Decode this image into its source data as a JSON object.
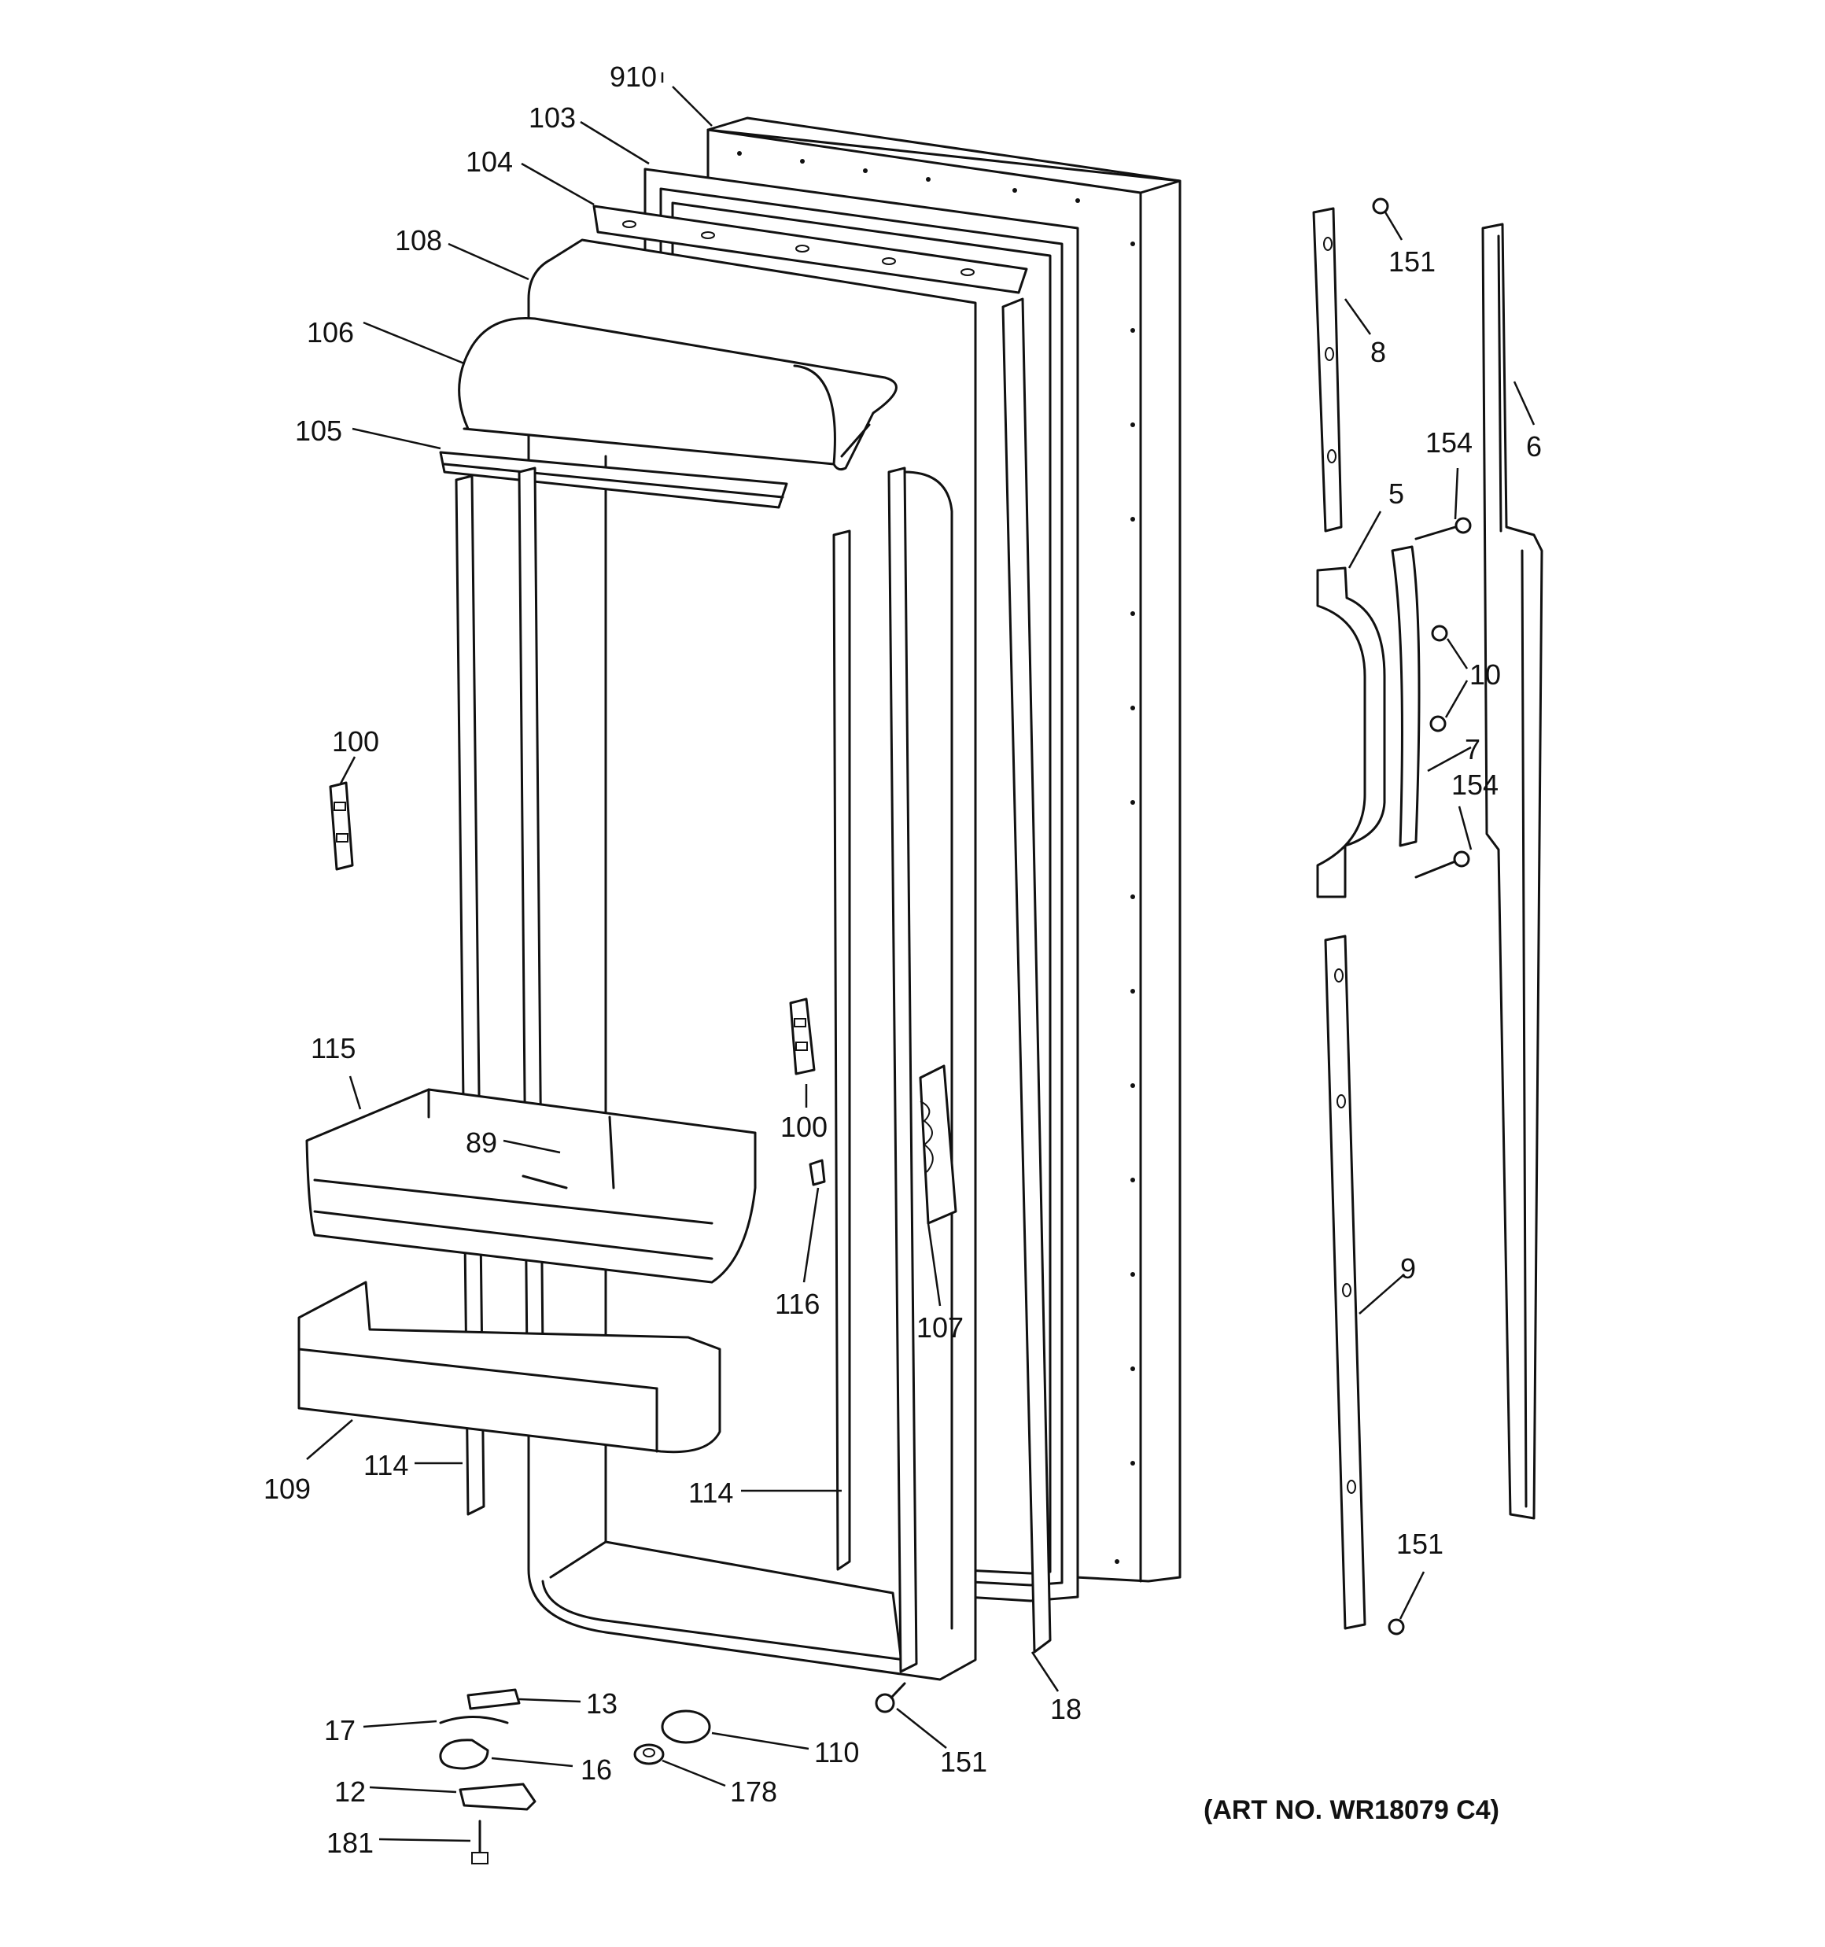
{
  "art_number": "(ART NO. WR18079 C4)",
  "callouts": {
    "c910": "910",
    "c103": "103",
    "c104": "104",
    "c108": "108",
    "c106": "106",
    "c105": "105",
    "c100a": "100",
    "c100b": "100",
    "c115": "115",
    "c89": "89",
    "c116": "116",
    "c107": "107",
    "c109": "109",
    "c114a": "114",
    "c114b": "114",
    "c13": "13",
    "c17": "17",
    "c16": "16",
    "c12": "12",
    "c181": "181",
    "c110": "110",
    "c178": "178",
    "c151a": "151",
    "c151b": "151",
    "c151c": "151",
    "c18": "18",
    "c8": "8",
    "c6": "6",
    "c154a": "154",
    "c154b": "154",
    "c5": "5",
    "c10": "10",
    "c7": "7",
    "c9": "9"
  }
}
